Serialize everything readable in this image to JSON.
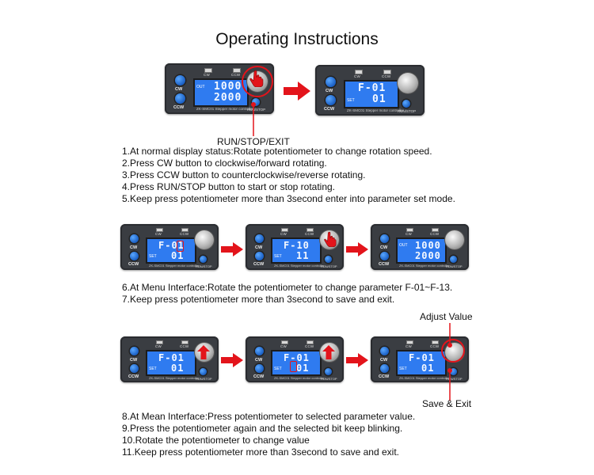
{
  "title": "Operating Instructions",
  "device": {
    "led_cw": "CW",
    "led_ccw": "CCW",
    "btn_cw": "CW",
    "btn_ccw": "CCW",
    "model": "ZK-SMC01  Stepper motor controller",
    "run_stop": "RUN/STOP",
    "out_tag": "OUT",
    "set_tag": "SET"
  },
  "screens": {
    "top_left": {
      "line1": "1000",
      "line2": "2000"
    },
    "top_right": {
      "line1": "F-01",
      "line2": "01"
    },
    "mid_1": {
      "line1": "F-01",
      "line2": "01"
    },
    "mid_2": {
      "line1": "F-10",
      "line2": "11"
    },
    "mid_3": {
      "line1": "1000",
      "line2": "2000"
    },
    "bot_1": {
      "line1": "F-01",
      "line2": "01"
    },
    "bot_2": {
      "line1": "F-01",
      "line2": "01"
    },
    "bot_3": {
      "line1": "F-01",
      "line2": "01"
    }
  },
  "labels": {
    "run_stop_exit": "RUN/STOP/EXIT",
    "adjust_value": "Adjust Value",
    "save_exit": "Save & Exit"
  },
  "instructions_1": [
    "1.At normal display status:Rotate potentiometer to change rotation speed.",
    "2.Press CW button to clockwise/forward rotating.",
    "3.Press CCW button to counterclockwise/reverse rotating.",
    "4.Press RUN/STOP button to start or stop rotating.",
    "5.Keep press potentiometer more than 3second enter into parameter set mode."
  ],
  "instructions_2": [
    "6.At Menu Interface:Rotate the potentiometer to change parameter F-01~F-13.",
    "7.Keep press potentiometer more than 3second to save and exit."
  ],
  "instructions_3": [
    "8.At Mean Interface:Press potentiometer to selected parameter value.",
    "9.Press the potentiometer again and the selected bit keep blinking.",
    "10.Rotate the potentiometer to change value",
    "11.Keep press potentiometer more than 3second to save and exit."
  ],
  "colors": {
    "accent_red": "#e3141b",
    "screen_blue": "#2f7bf0",
    "button_blue": "#1a5fc4"
  }
}
